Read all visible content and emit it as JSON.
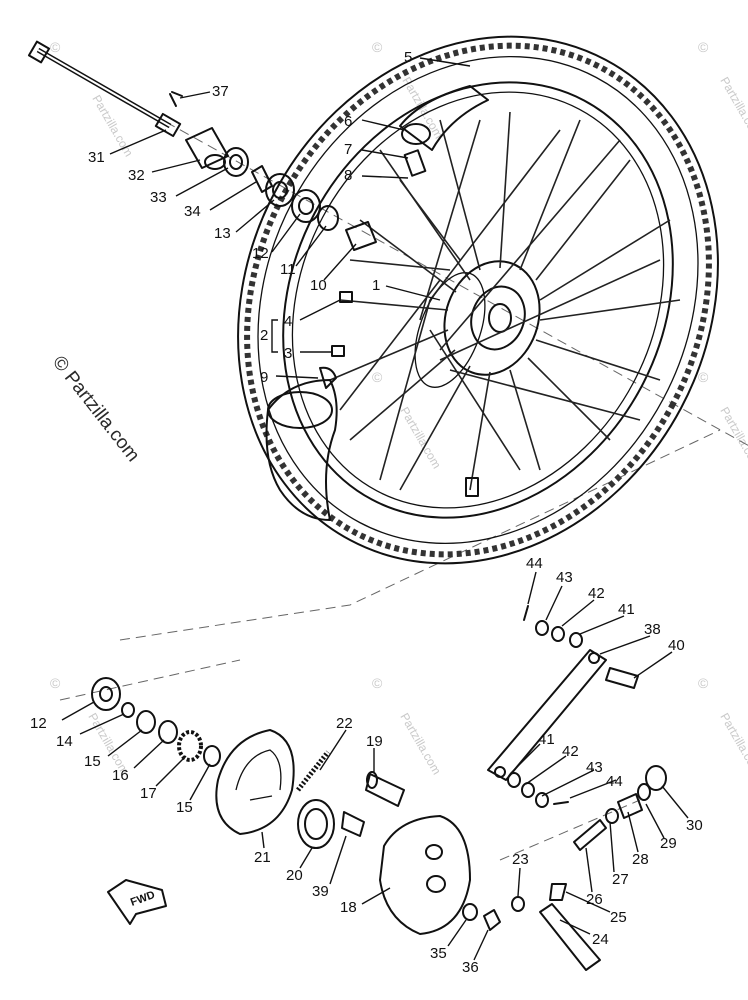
{
  "watermark": {
    "copyright": "©",
    "brand": "Partzilla.com",
    "brand_side": "© Partzilla.com"
  },
  "direction_marker": "FWD",
  "callouts": [
    {
      "id": "c5",
      "label": "5"
    },
    {
      "id": "c6",
      "label": "6"
    },
    {
      "id": "c7",
      "label": "7"
    },
    {
      "id": "c8",
      "label": "8"
    },
    {
      "id": "c37",
      "label": "37"
    },
    {
      "id": "c31",
      "label": "31"
    },
    {
      "id": "c32",
      "label": "32"
    },
    {
      "id": "c33",
      "label": "33"
    },
    {
      "id": "c34",
      "label": "34"
    },
    {
      "id": "c13",
      "label": "13"
    },
    {
      "id": "c12a",
      "label": "12"
    },
    {
      "id": "c11",
      "label": "11"
    },
    {
      "id": "c10",
      "label": "10"
    },
    {
      "id": "c1",
      "label": "1"
    },
    {
      "id": "c2",
      "label": "2"
    },
    {
      "id": "c4",
      "label": "4"
    },
    {
      "id": "c3",
      "label": "3"
    },
    {
      "id": "c9",
      "label": "9"
    },
    {
      "id": "c44a",
      "label": "44"
    },
    {
      "id": "c43a",
      "label": "43"
    },
    {
      "id": "c42a",
      "label": "42"
    },
    {
      "id": "c41a",
      "label": "41"
    },
    {
      "id": "c38",
      "label": "38"
    },
    {
      "id": "c40",
      "label": "40"
    },
    {
      "id": "c12b",
      "label": "12"
    },
    {
      "id": "c14",
      "label": "14"
    },
    {
      "id": "c15a",
      "label": "15"
    },
    {
      "id": "c16",
      "label": "16"
    },
    {
      "id": "c17",
      "label": "17"
    },
    {
      "id": "c15b",
      "label": "15"
    },
    {
      "id": "c22",
      "label": "22"
    },
    {
      "id": "c19",
      "label": "19"
    },
    {
      "id": "c41b",
      "label": "41"
    },
    {
      "id": "c42b",
      "label": "42"
    },
    {
      "id": "c43b",
      "label": "43"
    },
    {
      "id": "c44b",
      "label": "44"
    },
    {
      "id": "c30",
      "label": "30"
    },
    {
      "id": "c29",
      "label": "29"
    },
    {
      "id": "c28",
      "label": "28"
    },
    {
      "id": "c27",
      "label": "27"
    },
    {
      "id": "c26",
      "label": "26"
    },
    {
      "id": "c25",
      "label": "25"
    },
    {
      "id": "c24",
      "label": "24"
    },
    {
      "id": "c23",
      "label": "23"
    },
    {
      "id": "c21",
      "label": "21"
    },
    {
      "id": "c20",
      "label": "20"
    },
    {
      "id": "c39",
      "label": "39"
    },
    {
      "id": "c18",
      "label": "18"
    },
    {
      "id": "c35",
      "label": "35"
    },
    {
      "id": "c36",
      "label": "36"
    }
  ]
}
